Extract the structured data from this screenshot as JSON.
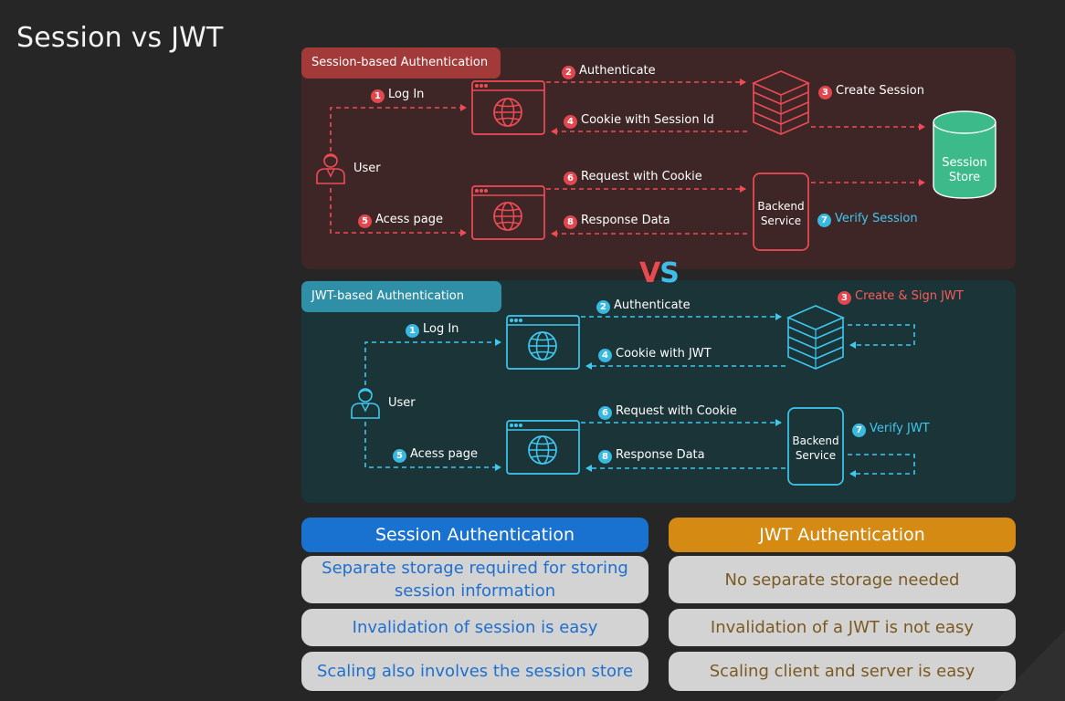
{
  "page": {
    "title": "Session vs JWT"
  },
  "session_panel": {
    "title": "Session-based Authentication",
    "steps": {
      "s1": {
        "n": "1",
        "text": "Log In"
      },
      "s2": {
        "n": "2",
        "text": "Authenticate"
      },
      "s3": {
        "n": "3",
        "text": "Create Session"
      },
      "s4": {
        "n": "4",
        "text": "Cookie with Session Id"
      },
      "s5": {
        "n": "5",
        "text": "Acess page"
      },
      "s6": {
        "n": "6",
        "text": "Request with Cookie"
      },
      "s7": {
        "n": "7",
        "text": "Verify Session"
      },
      "s8": {
        "n": "8",
        "text": "Response Data"
      }
    },
    "user_label": "User",
    "backend_label": [
      "Backend",
      "Service"
    ],
    "store_label": [
      "Session",
      "Store"
    ]
  },
  "vs_label": {
    "v": "V",
    "s": "S"
  },
  "jwt_panel": {
    "title": "JWT-based Authentication",
    "steps": {
      "s1": {
        "n": "1",
        "text": "Log In"
      },
      "s2": {
        "n": "2",
        "text": "Authenticate"
      },
      "s3": {
        "n": "3",
        "text": "Create & Sign JWT"
      },
      "s4": {
        "n": "4",
        "text": "Cookie with JWT"
      },
      "s5": {
        "n": "5",
        "text": "Acess page"
      },
      "s6": {
        "n": "6",
        "text": "Request with Cookie"
      },
      "s7": {
        "n": "7",
        "text": "Verify JWT"
      },
      "s8": {
        "n": "8",
        "text": "Response Data"
      }
    },
    "user_label": "User",
    "backend_label": [
      "Backend",
      "Service"
    ]
  },
  "comparison": {
    "session": {
      "header": "Session Authentication",
      "rows": [
        "Separate storage required for storing session information",
        "Invalidation of session is easy",
        "Scaling also involves the session store"
      ]
    },
    "jwt": {
      "header": "JWT Authentication",
      "rows": [
        "No separate storage needed",
        "Invalidation of a JWT is not easy",
        "Scaling client and server is easy"
      ]
    }
  },
  "colors": {
    "session_accent": "#e8474f",
    "jwt_accent": "#3ec8f0",
    "session_header": "#1a72d0",
    "jwt_header": "#d58a14",
    "cell_bg": "#d3d3d3"
  }
}
